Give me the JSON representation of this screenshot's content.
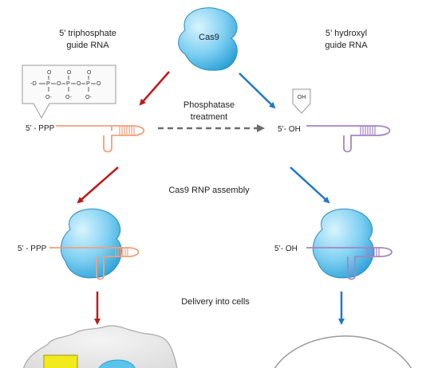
{
  "labels": {
    "cas9": "Cas9",
    "triphosphate_line1": "5’ triphosphate",
    "triphosphate_line2": "guide RNA",
    "hydroxyl_line1": "5’ hydroxyl",
    "hydroxyl_line2": "guide RNA",
    "phosphatase_line1": "Phosphatase",
    "phosphatase_line2": "treatment",
    "ppp_top": "5’ - PPP",
    "oh_top": "5’- OH",
    "rnp_assembly": "Cas9 RNP assembly",
    "ppp_bottom": "5’ - PPP",
    "oh_bottom": "5’- OH",
    "delivery": "Delivery into cells",
    "oh_box": "OH"
  },
  "chem": {
    "o_top": "O",
    "p": "P",
    "o_minus": "-O",
    "o_bridge": "O",
    "o_neg": "O-"
  },
  "colors": {
    "red_arrow": "#c0181a",
    "blue_arrow": "#1f78c8",
    "dashed_arrow": "#6d6d6d",
    "salmon_rna": "#f0a07c",
    "purple_rna": "#a784c2",
    "cas9_light": "#cdeefb",
    "cas9_dark": "#2a9fd6"
  },
  "icons": [
    "cas9-protein-icon",
    "rna-hairpin-icon",
    "cell-icon",
    "phosphate-structure-icon"
  ]
}
